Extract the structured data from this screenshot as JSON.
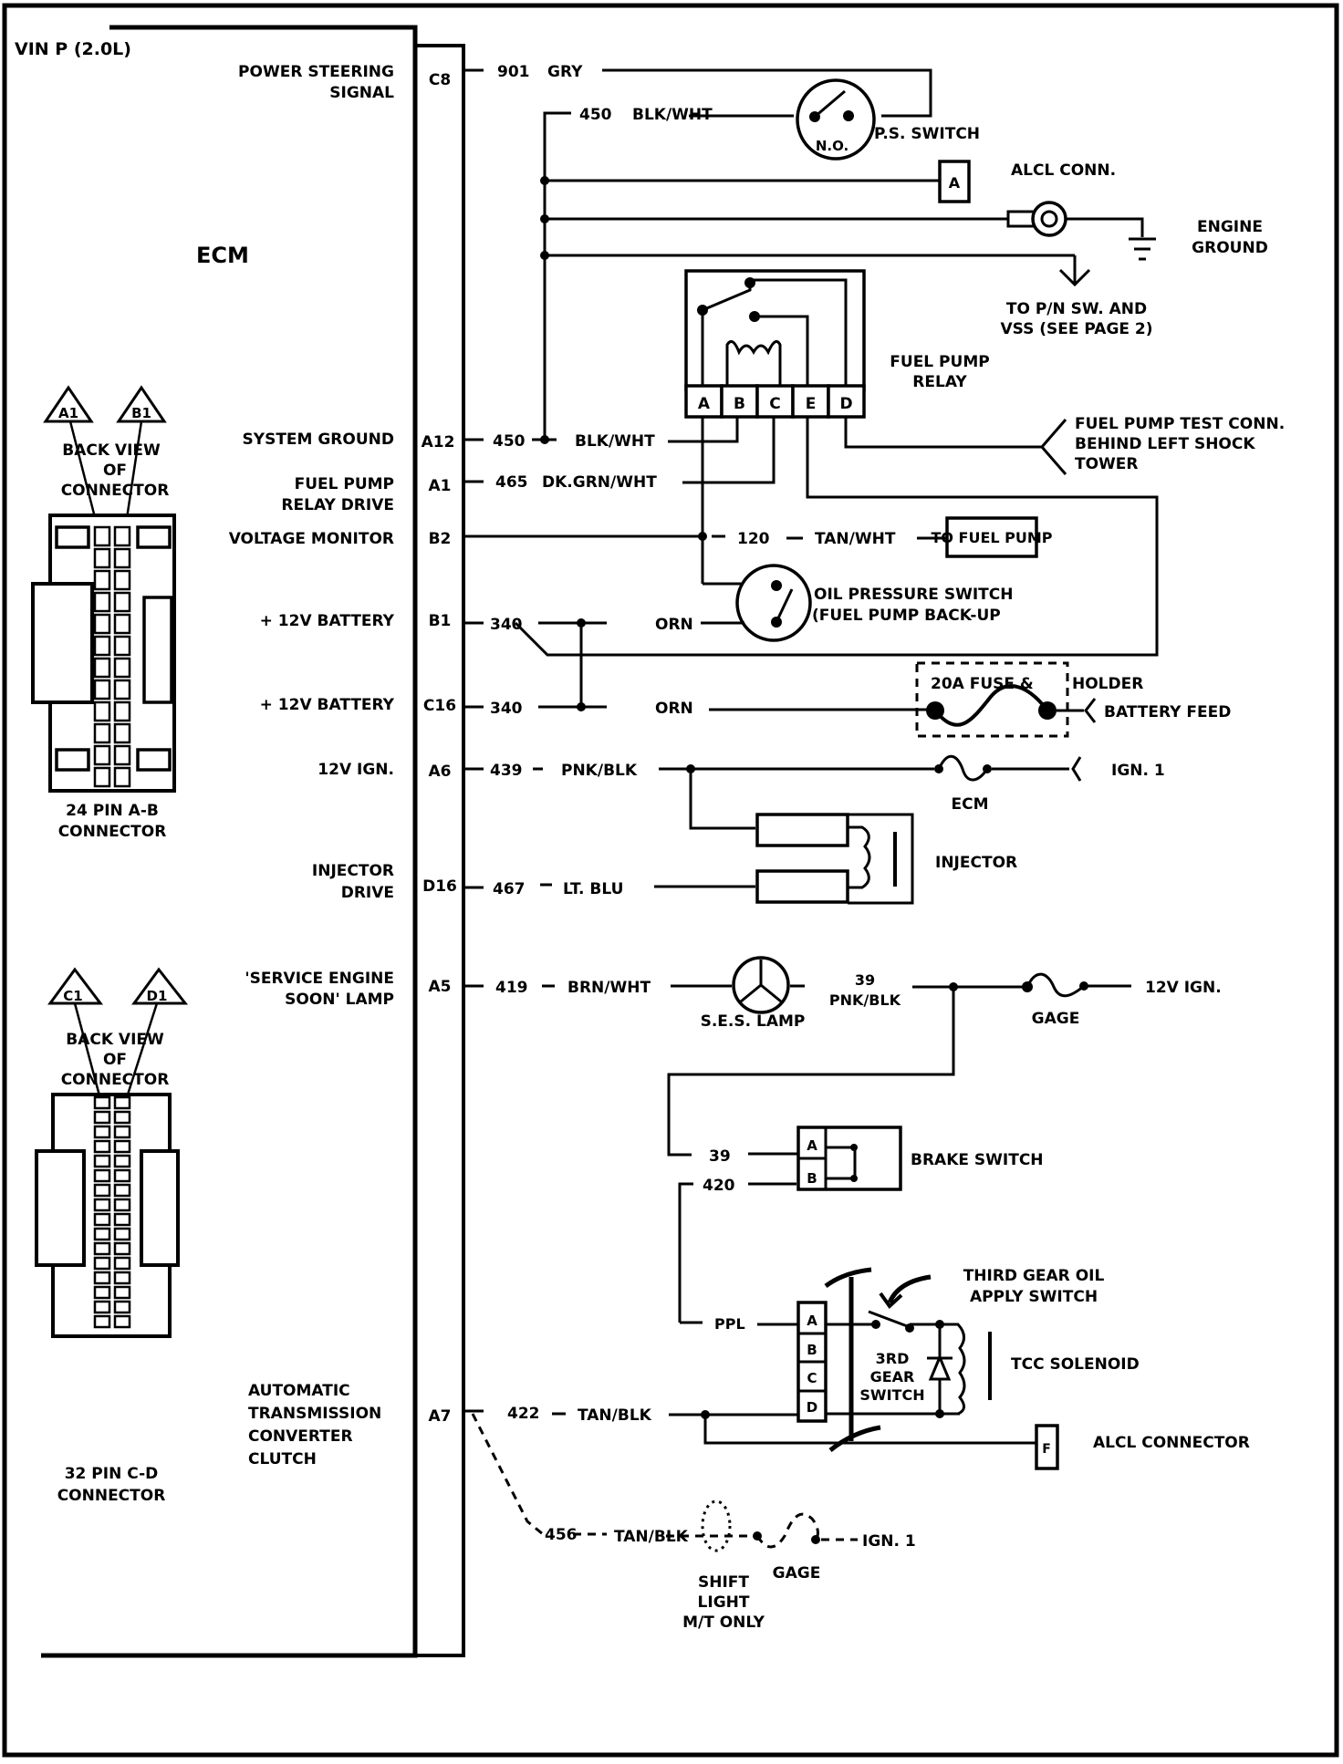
{
  "diagram": {
    "title": "VIN P (2.0L)",
    "module": "ECM",
    "colors": {
      "ink": "#000000",
      "paper": "#ffffff"
    },
    "ecm_terminals": [
      {
        "pin": "C8",
        "label_lines": [
          "POWER STEERING",
          "SIGNAL"
        ],
        "circuit": "901",
        "wire": "GRY"
      },
      {
        "pin": "A12",
        "label_lines": [
          "SYSTEM GROUND"
        ],
        "circuit": "450",
        "wire": "BLK/WHT"
      },
      {
        "pin": "A1",
        "label_lines": [
          "FUEL PUMP",
          "RELAY DRIVE"
        ],
        "circuit": "465",
        "wire": "DK.GRN/WHT"
      },
      {
        "pin": "B2",
        "label_lines": [
          "VOLTAGE MONITOR"
        ],
        "circuit": "120",
        "wire": "TAN/WHT"
      },
      {
        "pin": "B1",
        "label_lines": [
          "+ 12V BATTERY"
        ],
        "circuit": "340",
        "wire": "ORN"
      },
      {
        "pin": "C16",
        "label_lines": [
          "+ 12V BATTERY"
        ],
        "circuit": "340",
        "wire": "ORN"
      },
      {
        "pin": "A6",
        "label_lines": [
          "12V IGN."
        ],
        "circuit": "439",
        "wire": "PNK/BLK"
      },
      {
        "pin": "D16",
        "label_lines": [
          "INJECTOR",
          "DRIVE"
        ],
        "circuit": "467",
        "wire": "LT. BLU"
      },
      {
        "pin": "A5",
        "label_lines": [
          "'SERVICE ENGINE",
          "SOON' LAMP"
        ],
        "circuit": "419",
        "wire": "BRN/WHT"
      },
      {
        "pin": "A7",
        "label_lines": [
          "AUTOMATIC",
          "TRANSMISSION",
          "CONVERTER",
          "CLUTCH"
        ],
        "circuit": "422",
        "wire": "TAN/BLK"
      }
    ],
    "connectors": {
      "ab": {
        "tag_left": "A1",
        "tag_right": "B1",
        "view_lines": [
          "BACK VIEW",
          "OF",
          "CONNECTOR"
        ],
        "name_lines": [
          "24 PIN  A-B",
          "CONNECTOR"
        ]
      },
      "cd": {
        "tag_left": "C1",
        "tag_right": "D1",
        "view_lines": [
          "BACK VIEW",
          "OF",
          "CONNECTOR"
        ],
        "name_lines": [
          "32  PIN C-D",
          "CONNECTOR"
        ]
      }
    },
    "components": {
      "ps_switch": {
        "label": "P.S. SWITCH",
        "state": "N.O.",
        "circuit": "450",
        "wire": "BLK/WHT"
      },
      "alcl_conn_a": {
        "pin": "A",
        "label": "ALCL CONN."
      },
      "engine_ground": {
        "label_lines": [
          "ENGINE",
          "GROUND"
        ]
      },
      "to_pn": {
        "label_lines": [
          "TO P/N SW. AND",
          "VSS (SEE PAGE 2)"
        ]
      },
      "fuel_pump_relay": {
        "label_lines": [
          "FUEL PUMP",
          "RELAY"
        ],
        "pins": [
          "A",
          "B",
          "C",
          "E",
          "D"
        ]
      },
      "fp_test_conn": {
        "label_lines": [
          "FUEL PUMP TEST CONN.",
          "BEHIND LEFT SHOCK",
          "TOWER"
        ]
      },
      "to_fuel_pump": {
        "label": "TO FUEL PUMP"
      },
      "oil_pressure_switch": {
        "label_lines": [
          "OIL PRESSURE SWITCH",
          "(FUEL PUMP BACK-UP"
        ]
      },
      "fuse_holder": {
        "label_inside": "20A  FUSE  &",
        "label_outside": "HOLDER",
        "feed": "BATTERY FEED"
      },
      "ecm_fuse": {
        "label": "ECM",
        "feed": "IGN. 1"
      },
      "injector": {
        "label": "INJECTOR"
      },
      "ses_lamp": {
        "label": "S.E.S. LAMP",
        "circuit": "39",
        "wire": "PNK/BLK"
      },
      "gage_fuse": {
        "label": "GAGE",
        "feed": "12V IGN."
      },
      "brake_switch": {
        "label": "BRAKE SWITCH",
        "pins": [
          "A",
          "B"
        ],
        "circuit_a": "39",
        "circuit_b": "420"
      },
      "trans_connector": {
        "pins": [
          "A",
          "B",
          "C",
          "D"
        ],
        "wire_a": "PPL"
      },
      "third_gear_switch": {
        "label_lines": [
          "THIRD GEAR OIL",
          "APPLY SWITCH"
        ],
        "inner_lines": [
          "3RD",
          "GEAR",
          "SWITCH"
        ]
      },
      "tcc_solenoid": {
        "label": "TCC  SOLENOID"
      },
      "alcl_conn_f": {
        "pin": "F",
        "label": "ALCL CONNECTOR"
      },
      "shift_light": {
        "circuit": "456",
        "wire": "TAN/BLK",
        "label_lines": [
          "SHIFT",
          "LIGHT",
          "M/T ONLY"
        ],
        "gage_label": "GAGE",
        "feed": "IGN. 1"
      }
    }
  }
}
